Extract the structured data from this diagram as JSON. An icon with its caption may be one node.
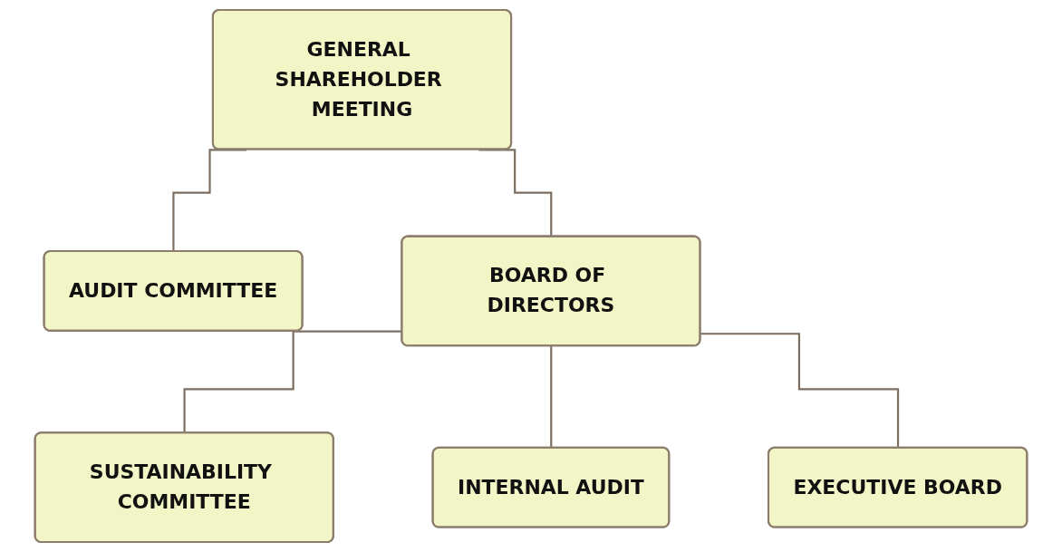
{
  "diagram": {
    "nodes": [
      {
        "text": [
          "GENERAL SHAREHOLDER MEETING"
        ]
      },
      {
        "text": [
          "AUDIT COMMITTEE"
        ]
      },
      {
        "text": [
          "BOARD OF DIRECTORS"
        ]
      },
      {
        "text": [
          "SUSTAINABILITY COMMITTEE"
        ]
      },
      {
        "text": [
          "INTERNAL AUDIT"
        ]
      },
      {
        "text": [
          "EXECUTIVE BOARD"
        ]
      }
    ],
    "edges": [
      {
        "from": 0,
        "to": 2,
        "arrow": "none"
      },
      {
        "from": 0,
        "to": 1,
        "arrow": "none"
      },
      {
        "from": 2,
        "to": 3,
        "arrow": "none"
      },
      {
        "from": 2,
        "to": 4,
        "arrow": "none"
      },
      {
        "from": 2,
        "to": 5,
        "arrow": "none"
      }
    ]
  }
}
